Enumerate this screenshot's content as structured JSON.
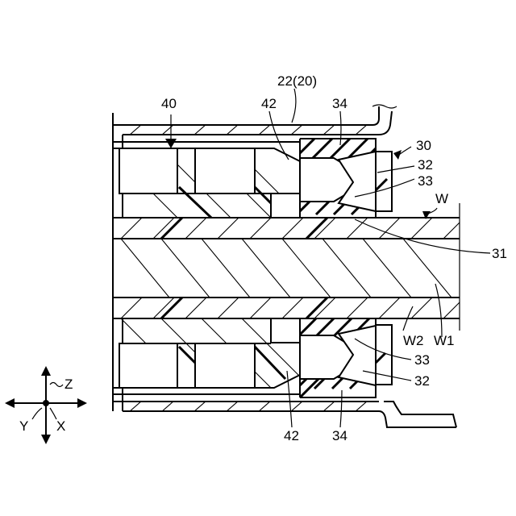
{
  "labels": {
    "ref_22_20": "22(20)",
    "ref_40": "40",
    "ref_42_top": "42",
    "ref_34_top": "34",
    "ref_30": "30",
    "ref_32_top": "32",
    "ref_33_top": "33",
    "ref_W": "W",
    "ref_31": "31",
    "ref_W2": "W2",
    "ref_W1": "W1",
    "ref_33_bottom": "33",
    "ref_32_bottom": "32",
    "ref_42_bottom": "42",
    "ref_34_bottom": "34"
  },
  "axes": {
    "z": "Z",
    "y": "Y",
    "x": "X"
  }
}
